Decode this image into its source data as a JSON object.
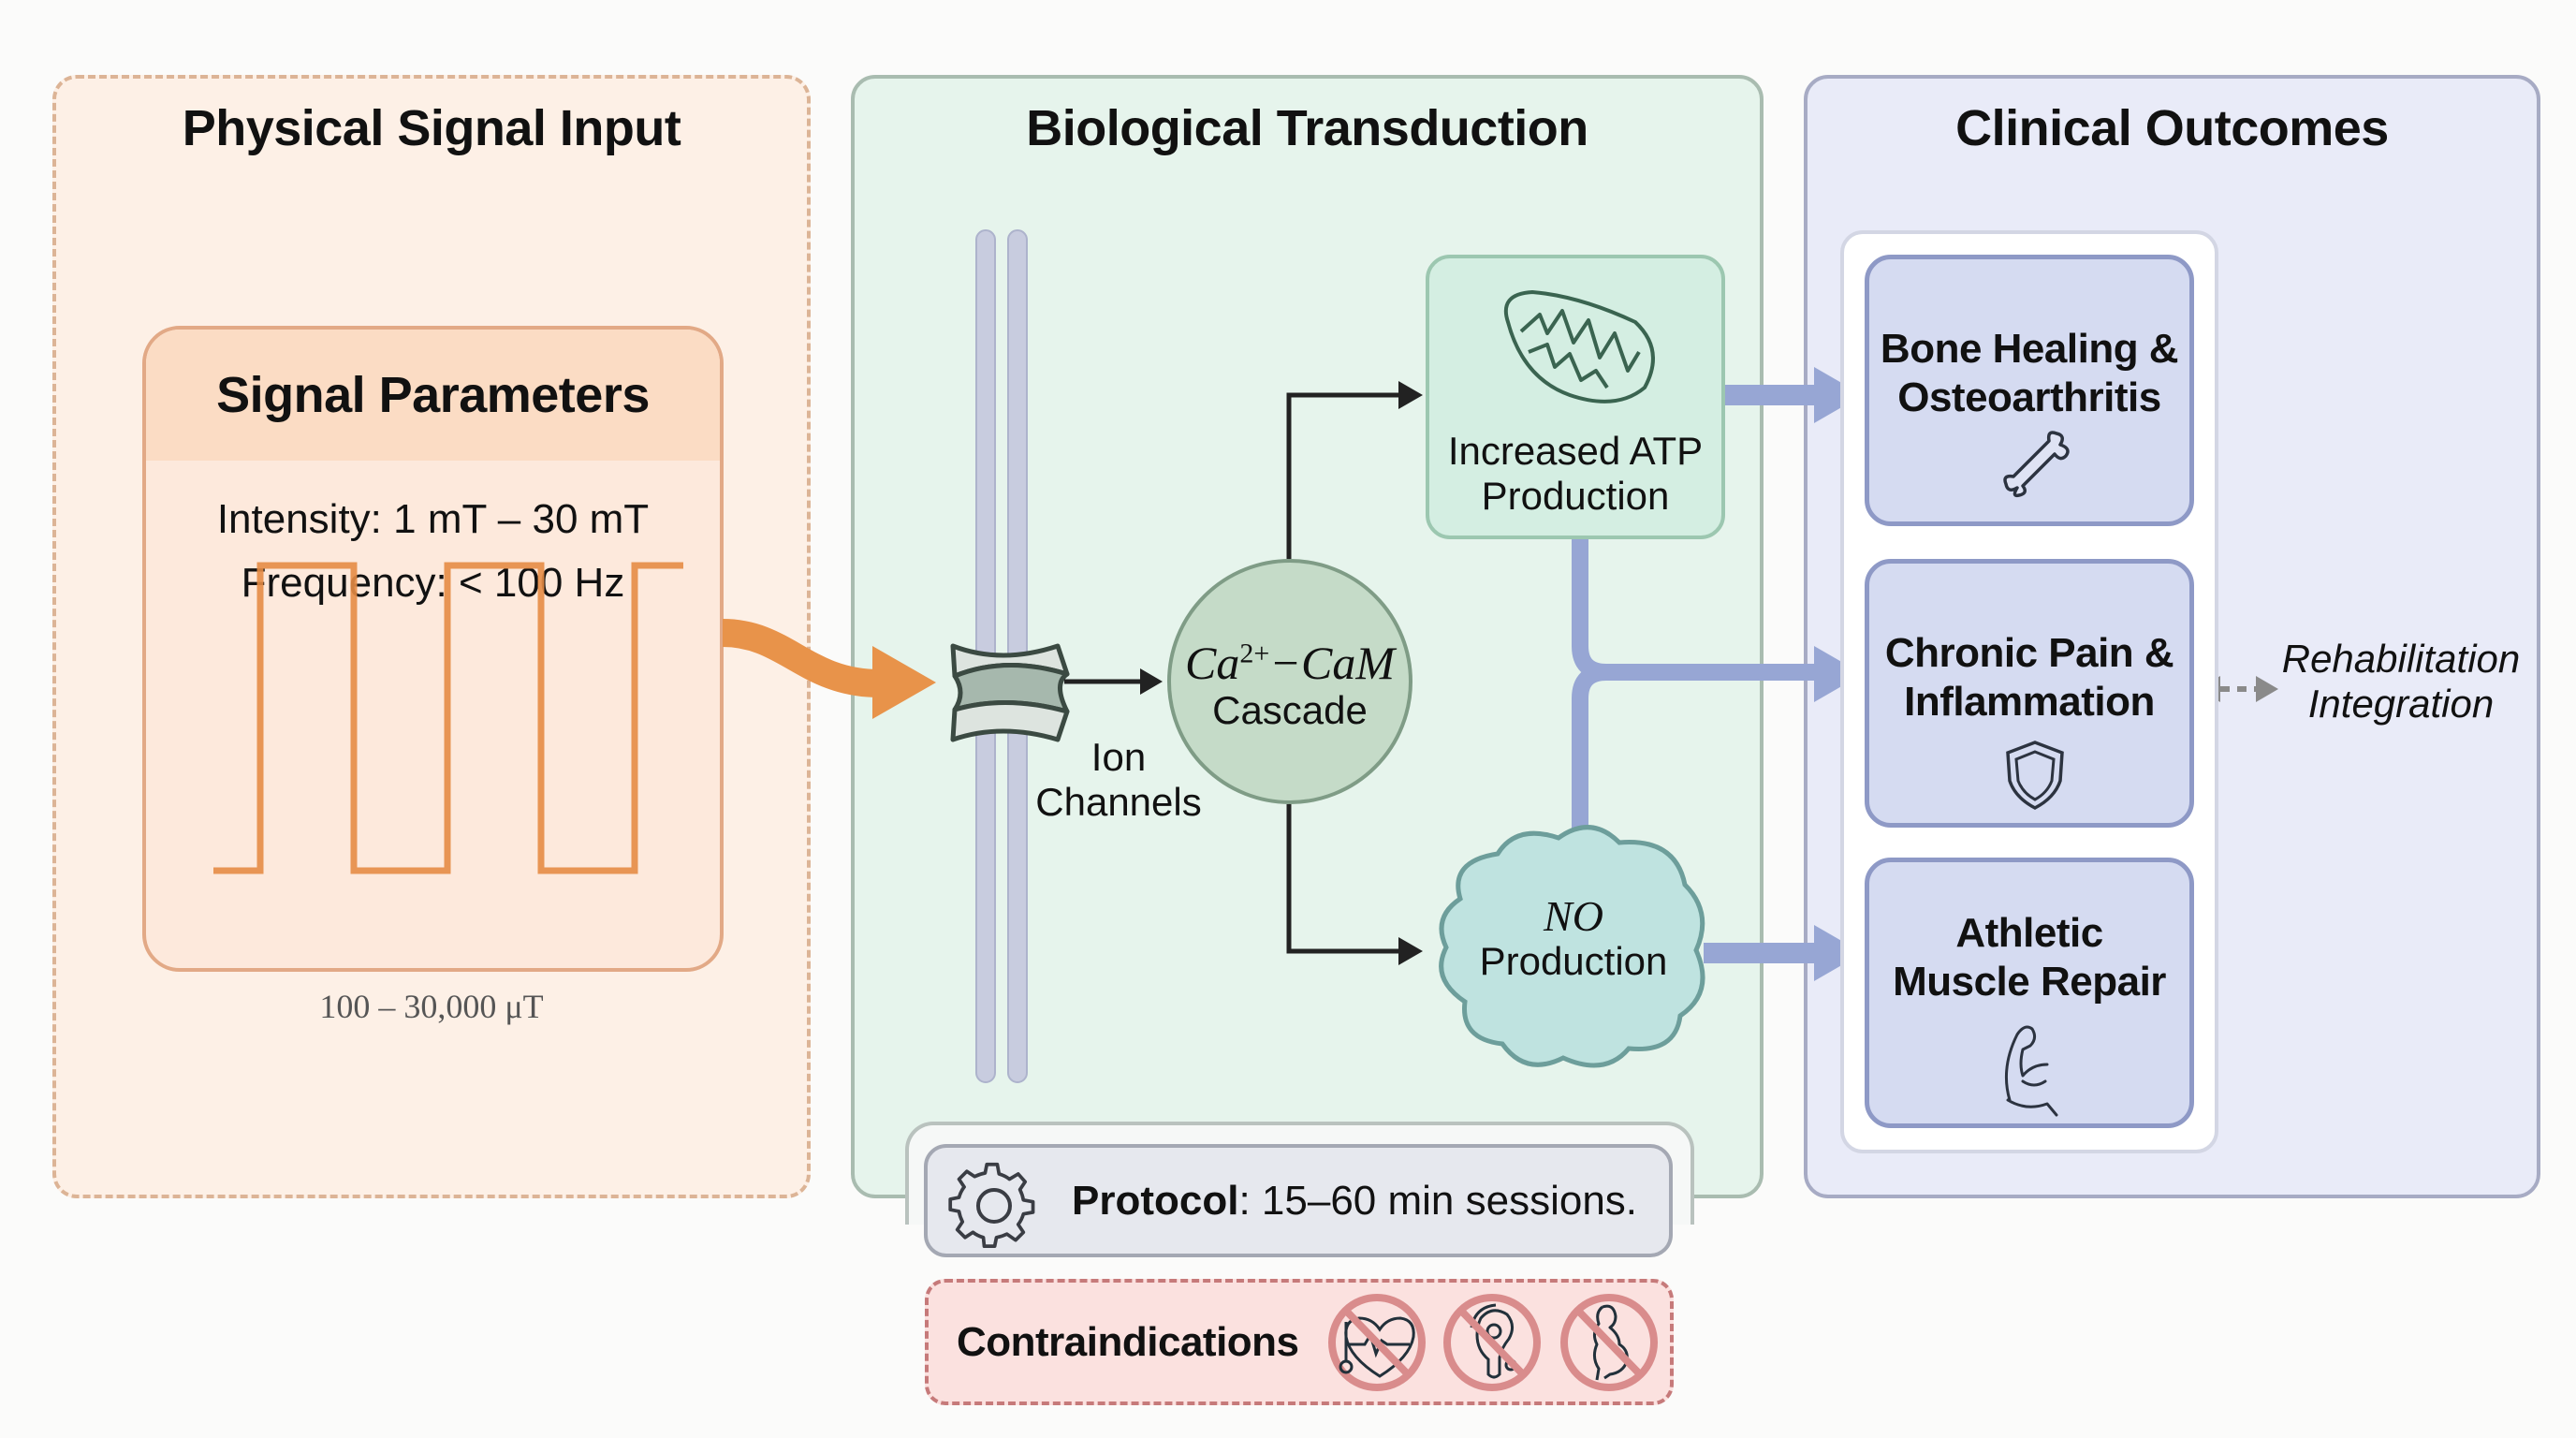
{
  "panels": {
    "input": {
      "title": "Physical Signal Input"
    },
    "transduction": {
      "title": "Biological Transduction"
    },
    "outcomes": {
      "title": "Clinical Outcomes"
    }
  },
  "signal_parameters": {
    "title": "Signal Parameters",
    "intensity": "Intensity: 1 mT – 30 mT",
    "frequency": "Frequency: < 100 Hz",
    "waveform_icon": "square-wave-icon",
    "range_label": "100 – 30,000 μT"
  },
  "transduction": {
    "ion_channels": {
      "line1": "Ion",
      "line2": "Channels",
      "icon": "ion-channel-icon"
    },
    "ca_cascade": {
      "formula_base": "Ca",
      "formula_sup": "2+",
      "formula_rest": "−CaM",
      "label": "Cascade"
    },
    "atp": {
      "line1": "Increased ATP",
      "line2": "Production",
      "icon": "mitochondria-icon"
    },
    "no": {
      "formula": "NO",
      "label": "Production"
    }
  },
  "outcomes": {
    "cards": [
      {
        "line1": "Bone Healing &",
        "line2": "Osteoarthritis",
        "icon": "bone-icon"
      },
      {
        "line1": "Chronic Pain &",
        "line2": "Inflammation",
        "icon": "shield-icon"
      },
      {
        "line1": "Athletic",
        "line2": "Muscle Repair",
        "icon": "flexed-arm-icon"
      }
    ],
    "rehab": {
      "line1": "Rehabilitation",
      "line2": "Integration"
    }
  },
  "protocol": {
    "label": "Protocol",
    "value": ": 15–60 min sessions.",
    "icon": "gear-icon"
  },
  "contraindications": {
    "title": "Contraindications",
    "icons": [
      "no-pacemaker-icon",
      "no-cochlear-implant-icon",
      "no-pregnancy-icon"
    ]
  },
  "colors": {
    "input_accent": "#e8934a",
    "transduction_accent": "#9cc7b0",
    "outcome_accent": "#97a6d4",
    "contra_accent": "#d98c8c"
  }
}
